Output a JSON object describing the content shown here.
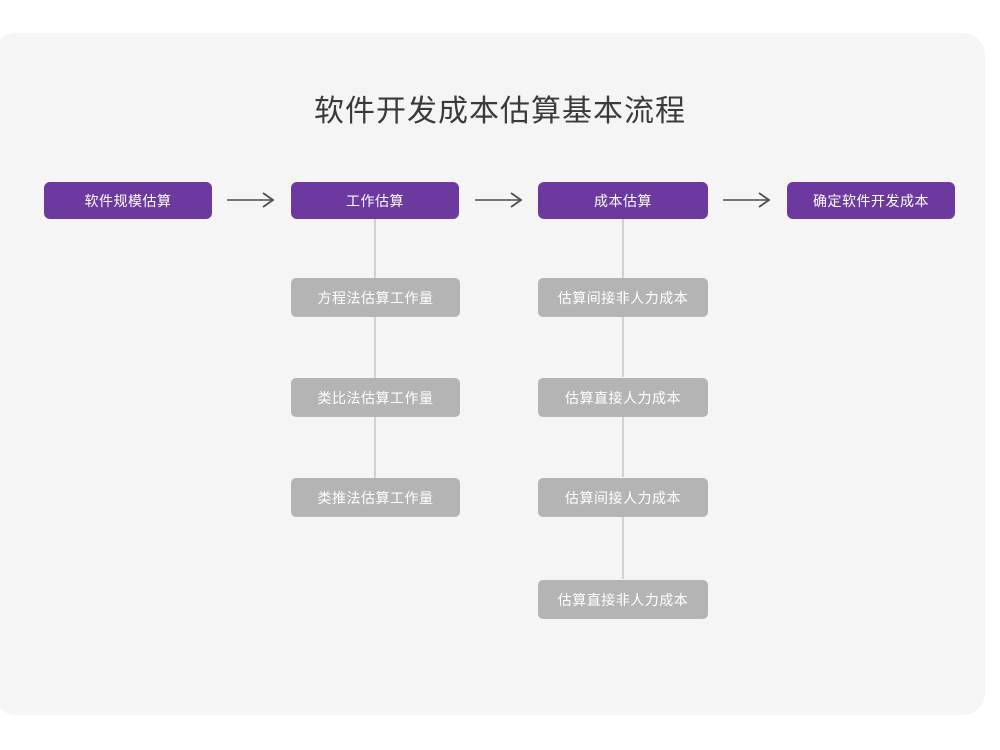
{
  "page": {
    "title": "软件开发成本估算基本流程",
    "background_color": "#ffffff",
    "card_color": "#f5f5f5"
  },
  "theme": {
    "primary_color": "#6c3a9e",
    "secondary_color": "#b4b4b4",
    "connector_color": "#d2d2d2",
    "arrow_color": "#4d4d4d",
    "title_color": "#3a3a3a",
    "node_text_color": "#ffffff"
  },
  "chart_data": {
    "type": "diagram",
    "title": "软件开发成本估算基本流程",
    "layout": "horizontal-flow-with-vertical-substeps",
    "main_flow": [
      {
        "id": "step1",
        "label": "软件规模估算",
        "level": "primary"
      },
      {
        "id": "step2",
        "label": "工作估算",
        "level": "primary"
      },
      {
        "id": "step3",
        "label": "成本估算",
        "level": "primary"
      },
      {
        "id": "step4",
        "label": "确定软件开发成本",
        "level": "primary"
      }
    ],
    "connectors": [
      {
        "from": "step1",
        "to": "step2",
        "glyph": "⟶"
      },
      {
        "from": "step2",
        "to": "step3",
        "glyph": "⟶"
      },
      {
        "from": "step3",
        "to": "step4",
        "glyph": "⟶"
      }
    ],
    "sub_steps": [
      {
        "parent": "step2",
        "items": [
          "方程法估算工作量",
          "类比法估算工作量",
          "类推法估算工作量"
        ]
      },
      {
        "parent": "step3",
        "items": [
          "估算间接非人力成本",
          "估算直接人力成本",
          "估算间接人力成本",
          "估算直接非人力成本"
        ]
      }
    ]
  }
}
